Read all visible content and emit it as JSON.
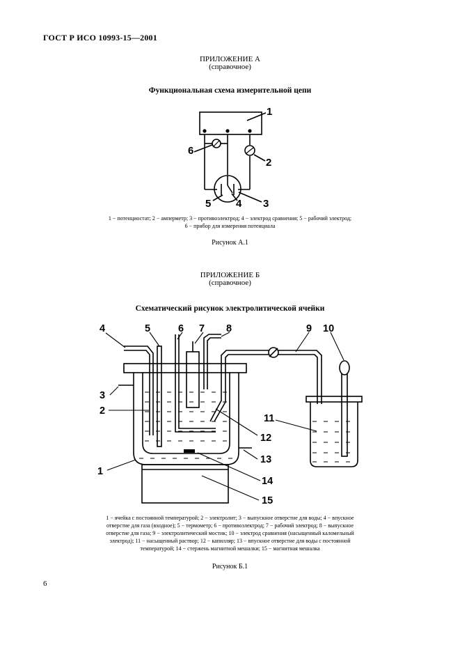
{
  "header": "ГОСТ Р ИСО 10993-15—2001",
  "appendix_a": {
    "heading": "ПРИЛОЖЕНИЕ А",
    "note": "(справочное)",
    "title": "Функциональная схема измерительной цепи",
    "labels": [
      "1",
      "2",
      "3",
      "4",
      "5",
      "6"
    ],
    "caption_line1": "1 − потенциостат; 2 − амперметр; 3 − противоэлектрод; 4 − электрод сравнения; 5 − рабочий электрод;",
    "caption_line2": "6 − прибор для измерения потенциала",
    "figure": "Рисунок А.1"
  },
  "appendix_b": {
    "heading": "ПРИЛОЖЕНИЕ Б",
    "note": "(справочное)",
    "title": "Схематический рисунок электролитической ячейки",
    "labels": [
      "1",
      "2",
      "3",
      "4",
      "5",
      "6",
      "7",
      "8",
      "9",
      "10",
      "11",
      "12",
      "13",
      "14",
      "15"
    ],
    "caption_line1": "1 − ячейка с постоянной температурой; 2 − электролит; 3 − выпускное отверстие для воды; 4 − впускное",
    "caption_line2": "отверстие для газа (входное); 5 − термометр; 6 − противоэлектрод; 7 − рабочий электрод; 8 − выпускное",
    "caption_line3": "отверстие для газа; 9 − электролитический мостик; 10 − электрод сравнения (насыщенный каломельный",
    "caption_line4": "электрод); 11 − насыщенный раствор; 12 − капилляр; 13 − впускное отверстие для воды с постоянной",
    "caption_line5": "температурой; 14 − стержень магнитной мешалки; 15 − магнитная мешалка",
    "figure": "Рисунок Б.1"
  },
  "page_number": "6"
}
